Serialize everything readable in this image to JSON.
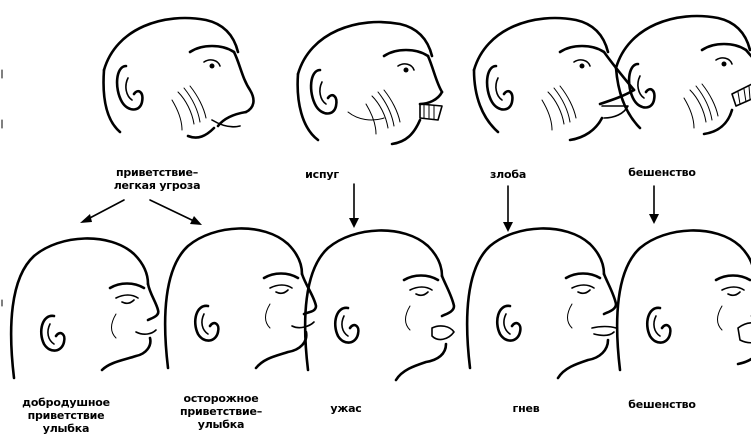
{
  "labels": {
    "ape_greeting": "приветствие–\nлегкая угроза",
    "ape_fear": "испуг",
    "ape_anger": "злоба",
    "ape_rage": "бешенство",
    "human_kind": "добродушное\nприветствие\nулыбка",
    "human_cautious": "осторожное\nприветствие–\nулыбка",
    "human_horror": "ужас",
    "human_wrath": "гнев",
    "human_rage": "бешенство"
  }
}
